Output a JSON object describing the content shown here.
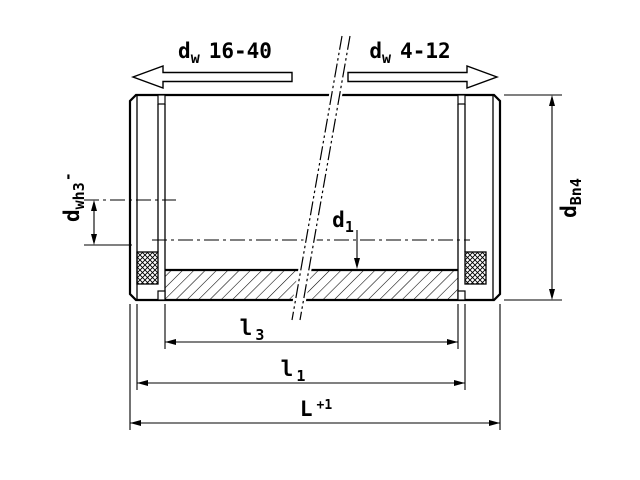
{
  "colors": {
    "line": "#000000",
    "background": "#ffffff"
  },
  "labels": {
    "range_left": {
      "base": "d",
      "sub": "w",
      "value": "16-40"
    },
    "range_right": {
      "base": "d",
      "sub": "w",
      "value": "4-12"
    },
    "shaft_dia": {
      "base": "d",
      "sub": "wh3",
      "tol": "-"
    },
    "bore_dia": {
      "base": "d",
      "sub": "1"
    },
    "outer_dia": {
      "base": "d",
      "sub": "Bn4"
    },
    "length_l3": {
      "base": "l",
      "sub": "3"
    },
    "length_l1": {
      "base": "l",
      "sub": "1"
    },
    "length_total": {
      "base": "L",
      "tol": "+1"
    }
  }
}
